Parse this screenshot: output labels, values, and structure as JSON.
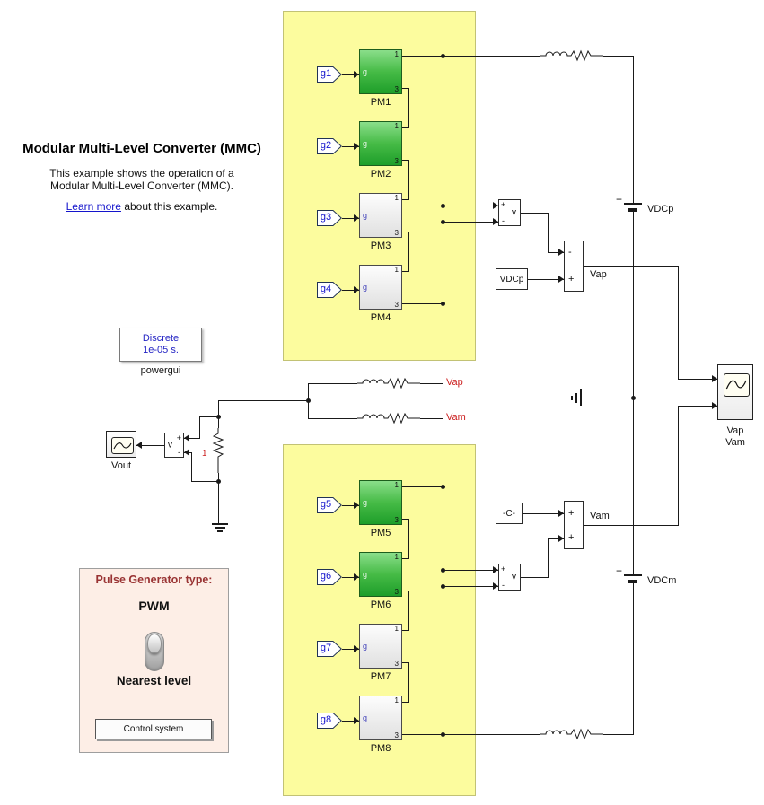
{
  "colors": {
    "yellow_area": "#fcfc9e",
    "yellow_border": "#c2c275",
    "green_top": "#8ade8a",
    "green_bottom": "#1e9e2a",
    "link_blue": "#1414cc",
    "gate_blue": "#1414cc",
    "signal_red": "#cc2020",
    "panel_bg": "#fdeee6",
    "panel_title": "#993333",
    "powergui_text": "#2424c4"
  },
  "intro": {
    "title": "Modular Multi-Level Converter (MMC)",
    "line1": "This example shows the operation of a",
    "line2": "Modular Multi-Level Converter (MMC).",
    "link_text": "Learn more",
    "link_rest": " about this example."
  },
  "powergui": {
    "line1": "Discrete",
    "line2": "1e-05 s.",
    "caption": "powergui"
  },
  "ports": {
    "g": "g",
    "p1": "1",
    "p3": "3"
  },
  "modules": [
    {
      "name": "PM1",
      "gate": "g1"
    },
    {
      "name": "PM2",
      "gate": "g2"
    },
    {
      "name": "PM3",
      "gate": "g3"
    },
    {
      "name": "PM4",
      "gate": "g4"
    },
    {
      "name": "PM5",
      "gate": "g5"
    },
    {
      "name": "PM6",
      "gate": "g6"
    },
    {
      "name": "PM7",
      "gate": "g7"
    },
    {
      "name": "PM8",
      "gate": "g8"
    }
  ],
  "vmeter": {
    "plus": "+",
    "minus": "-",
    "v": "v"
  },
  "sums": {
    "top": {
      "s1": "-",
      "s2": "+",
      "label": "Vap"
    },
    "bottom": {
      "s1": "+",
      "s2": "+",
      "label": "Vam"
    }
  },
  "blocks": {
    "vdcp_from": "VDCp",
    "constant": "-C-",
    "vout_caption": "Vout",
    "scope_caption1": "Vap",
    "scope_caption2": "Vam"
  },
  "sources": {
    "top": {
      "plus": "+",
      "label": "VDCp"
    },
    "bottom": {
      "plus": "+",
      "label": "VDCm"
    }
  },
  "signals": {
    "vap": "Vap",
    "vam": "Vam",
    "r_label": "1"
  },
  "panel": {
    "title": "Pulse Generator type:",
    "pwm": "PWM",
    "nearest": "Nearest level",
    "button": "Control system"
  }
}
